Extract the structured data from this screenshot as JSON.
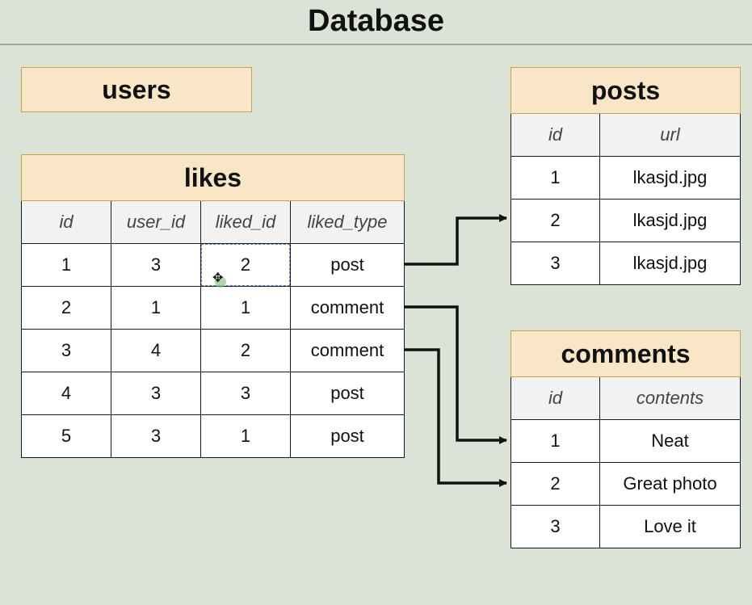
{
  "title": "Database",
  "users": {
    "label": "users"
  },
  "likes": {
    "title": "likes",
    "columns": [
      "id",
      "user_id",
      "liked_id",
      "liked_type"
    ],
    "rows": [
      [
        "1",
        "3",
        "2",
        "post"
      ],
      [
        "2",
        "1",
        "1",
        "comment"
      ],
      [
        "3",
        "4",
        "2",
        "comment"
      ],
      [
        "4",
        "3",
        "3",
        "post"
      ],
      [
        "5",
        "3",
        "1",
        "post"
      ]
    ]
  },
  "posts": {
    "title": "posts",
    "columns": [
      "id",
      "url"
    ],
    "rows": [
      [
        "1",
        "lkasjd.jpg"
      ],
      [
        "2",
        "lkasjd.jpg"
      ],
      [
        "3",
        "lkasjd.jpg"
      ]
    ]
  },
  "comments": {
    "title": "comments",
    "columns": [
      "id",
      "contents"
    ],
    "rows": [
      [
        "1",
        "Neat"
      ],
      [
        "2",
        "Great photo"
      ],
      [
        "3",
        "Love it"
      ]
    ]
  },
  "colors": {
    "background": "#dbe3d7",
    "header_fill": "#f8e6c7",
    "header_border": "#c9a24a",
    "column_header_fill": "#f2f2f2",
    "selection": "#4a86d6"
  },
  "icons": {
    "cursor": "move-cursor-icon"
  }
}
